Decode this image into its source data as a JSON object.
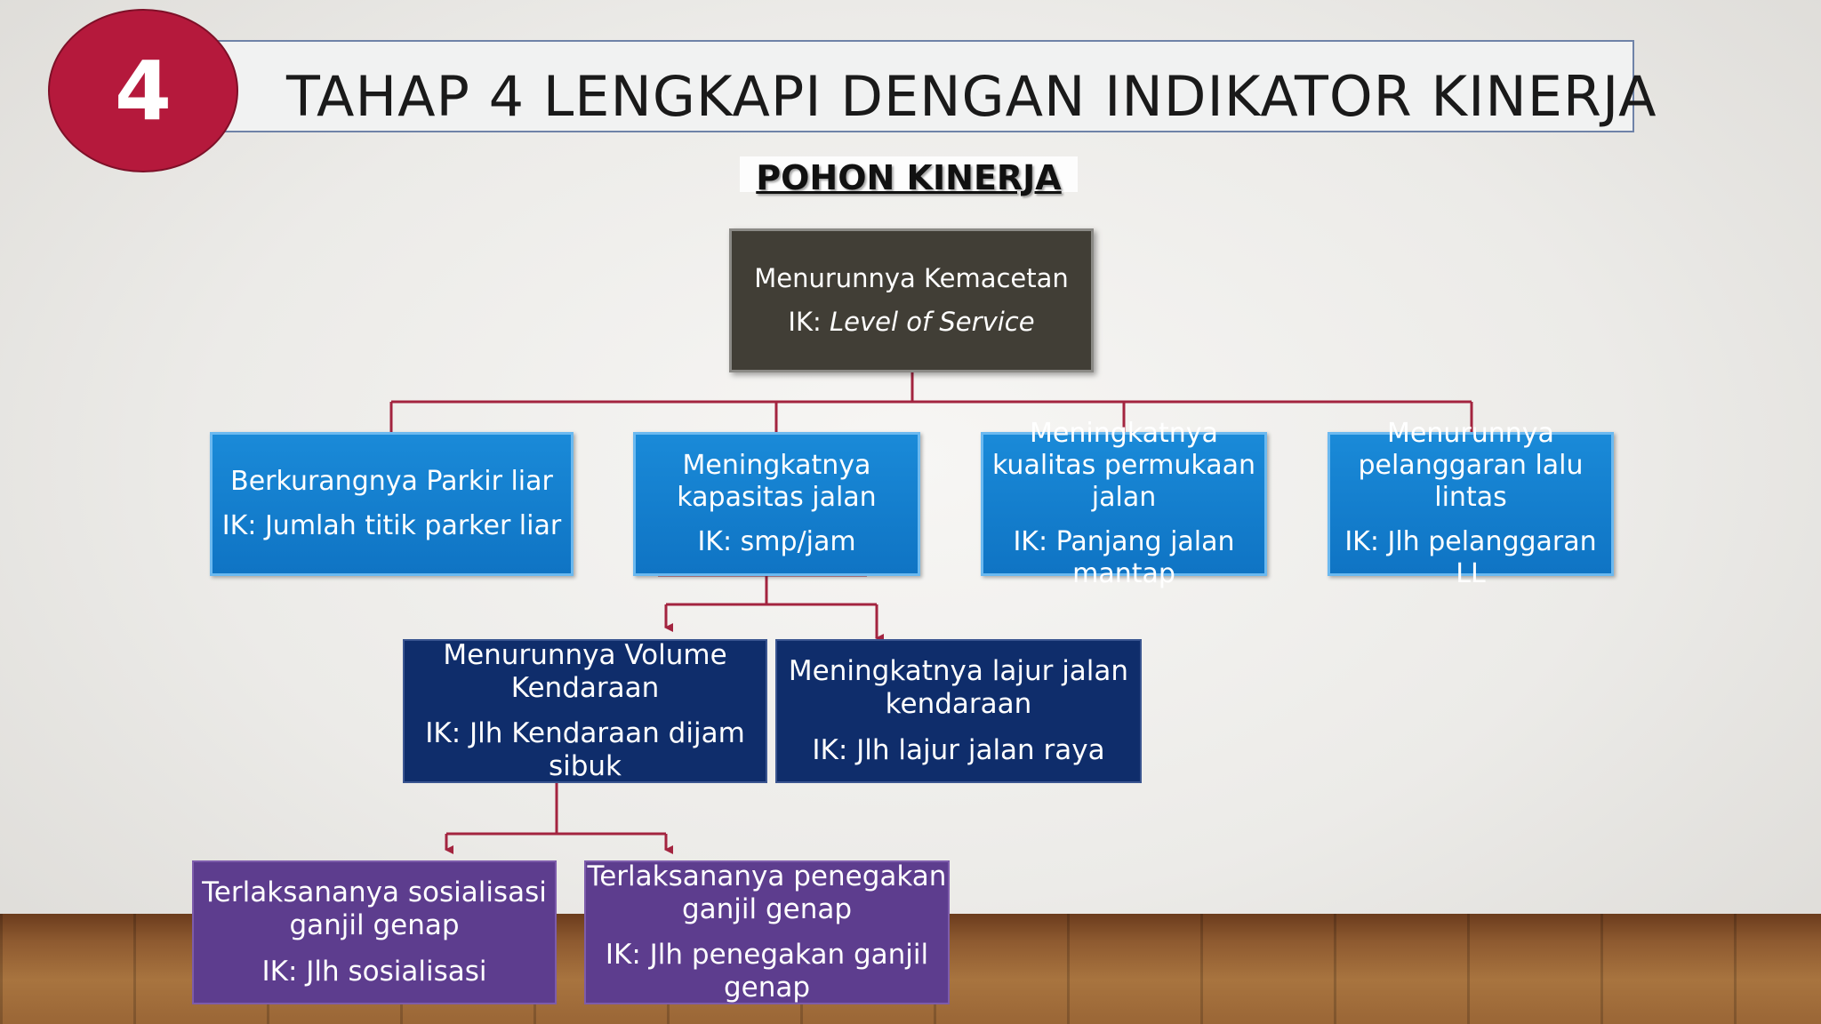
{
  "slide_number": "4",
  "title": "TAHAP 4 LENGKAPI DENGAN INDIKATOR KINERJA",
  "subtitle": "POHON KINERJA",
  "colors": {
    "accent_red": "#b5193c",
    "connector": "#a3243f",
    "root_box": "#413e36",
    "level1_box": "#1480d0",
    "level2_box": "#0f2d6b",
    "level3_box": "#5d3d8e"
  },
  "tree": {
    "root": {
      "text": "Menurunnya Kemacetan",
      "ik_prefix": "IK: ",
      "ik_value": "Level of Service"
    },
    "level1": [
      {
        "text": "Berkurangnya Parkir liar",
        "ik": "IK: Jumlah titik parker liar"
      },
      {
        "text": "Meningkatnya kapasitas jalan",
        "ik": "IK: smp/jam"
      },
      {
        "text": "Meningkatnya kualitas permukaan jalan",
        "ik": "IK: Panjang jalan mantap"
      },
      {
        "text": "Menurunnya pelanggaran lalu lintas",
        "ik": "IK: Jlh pelanggaran LL"
      }
    ],
    "level2": [
      {
        "text": "Menurunnya Volume Kendaraan",
        "ik": "IK: Jlh Kendaraan dijam sibuk"
      },
      {
        "text": "Meningkatnya lajur jalan kendaraan",
        "ik": "IK: Jlh lajur jalan raya"
      }
    ],
    "level3": [
      {
        "text": "Terlaksananya sosialisasi ganjil genap",
        "ik": "IK: Jlh sosialisasi"
      },
      {
        "text": "Terlaksananya penegakan ganjil genap",
        "ik": "IK: Jlh penegakan ganjil genap"
      }
    ]
  }
}
